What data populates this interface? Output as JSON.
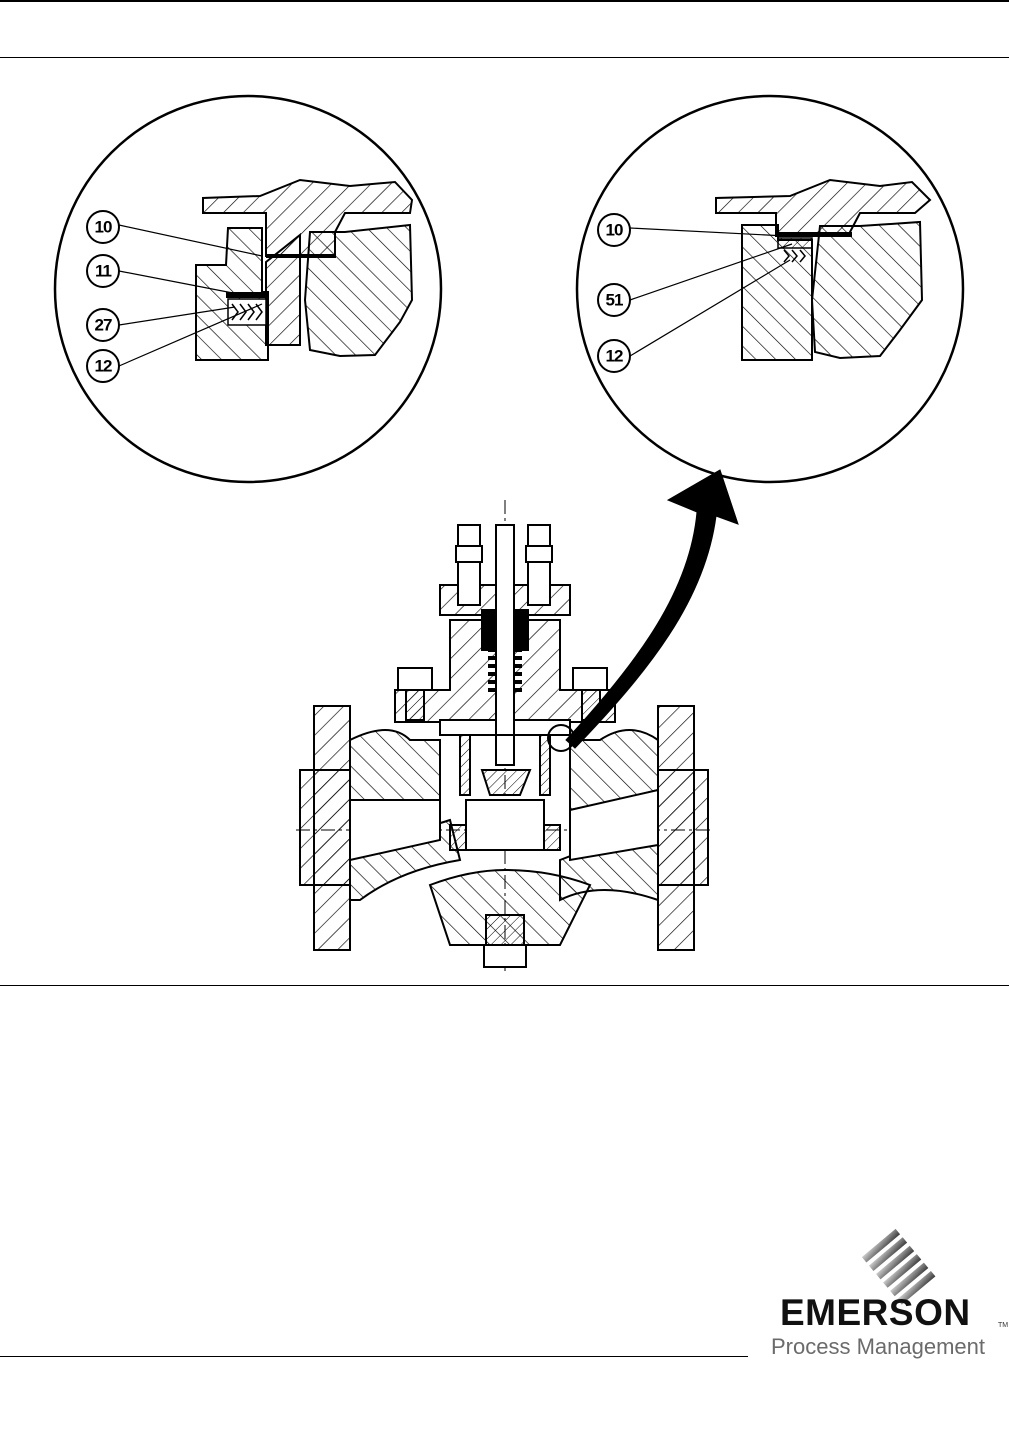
{
  "figure": {
    "callouts_left": [
      "10",
      "11",
      "27",
      "12"
    ],
    "callouts_right": [
      "10",
      "51",
      "12"
    ]
  },
  "brand": {
    "name": "EMERSON",
    "trademark": "TM",
    "division": "Process Management"
  },
  "colors": {
    "ink": "#000000",
    "brand_gray": "#6b6b6b"
  },
  "icons": [
    "emerson-logo-icon"
  ]
}
